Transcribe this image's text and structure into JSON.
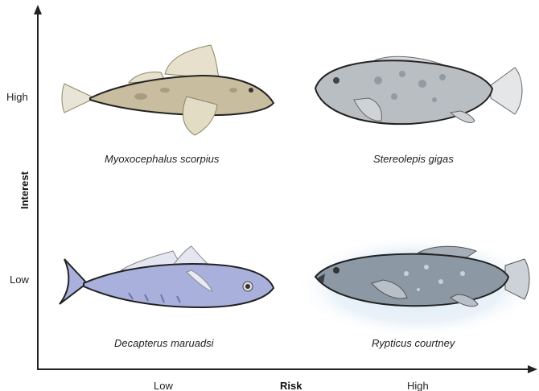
{
  "axes": {
    "x_title": "Risk",
    "y_title": "Interest",
    "x_ticks": [
      "Low",
      "High"
    ],
    "y_ticks": [
      "High",
      "Low"
    ]
  },
  "quadrants": [
    {
      "species": "Myoxocephalus scorpius",
      "interest": "High",
      "risk": "Low",
      "body_color": "#c8bd9f"
    },
    {
      "species": "Stereolepis gigas",
      "interest": "High",
      "risk": "High",
      "body_color": "#b9bec3"
    },
    {
      "species": "Decapterus maruadsi",
      "interest": "Low",
      "risk": "Low",
      "body_color": "#aab0dc"
    },
    {
      "species": "Rypticus courtney",
      "interest": "Low",
      "risk": "High",
      "body_color": "#8d98a5"
    }
  ],
  "colors": {
    "axis": "#222222",
    "glow": "#cfe3f2"
  }
}
